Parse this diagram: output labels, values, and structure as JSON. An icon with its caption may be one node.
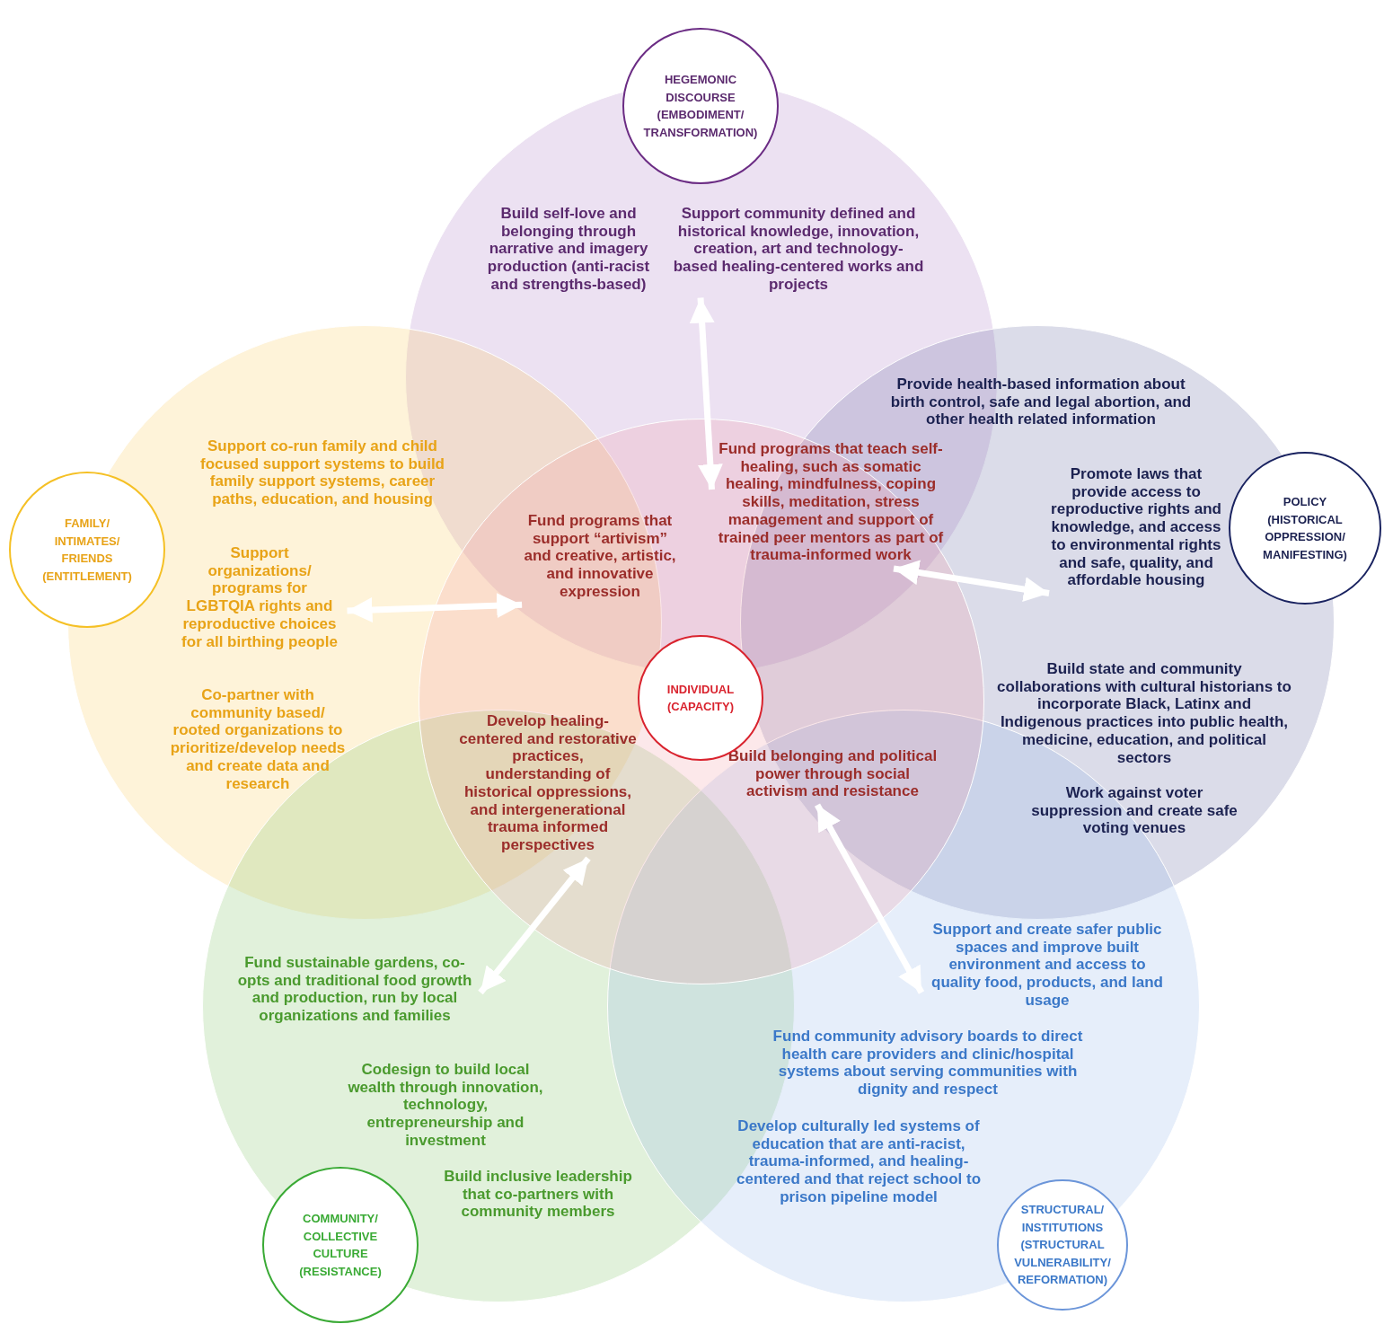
{
  "diagram": {
    "nodes": [
      {
        "text": [
          "HEGEMONIC DISCOURSE (EMBODIMENT/ TRANSFORMATION)"
        ]
      },
      {
        "text": [
          "Build self-love and belonging through narrative and imagery production (anti-racist and strengths-based)"
        ]
      },
      {
        "text": [
          "Support community defined and historical knowledge, innovation, creation, art and technology-based healing-centered works and projects"
        ]
      },
      {
        "text": [
          "Provide health-based information about birth control, safe and legal abortion, and other health related information"
        ]
      },
      {
        "text": [
          "Support co-run family and child focused support systems to build family support systems, career paths, education, and housing"
        ]
      },
      {
        "text": [
          "Fund programs that teach self-healing, such as somatic healing, mindfulness, coping skills, meditation, stress management and support of trained peer mentors as part of trauma-informed work"
        ]
      },
      {
        "text": [
          "FAMILY/ INTIMATES/ FRIENDS (ENTITLEMENT)"
        ]
      },
      {
        "text": [
          "Fund programs that support “artivism” and creative, artistic, and innovative expression"
        ]
      },
      {
        "text": [
          "Promote laws that provide access to reproductive rights and knowledge, and access to environmental rights and safe, quality, and affordable housing"
        ]
      },
      {
        "text": [
          "POLICY (HISTORICAL OPPRESSION/ MANIFESTING)"
        ]
      },
      {
        "text": [
          "Support organizations/ programs for LGBTQIA rights and reproductive choices for all birthing people"
        ]
      },
      {
        "text": [
          "INDIVIDUAL (CAPACITY)"
        ]
      },
      {
        "text": [
          "Build state and community collaborations with cultural historians to incorporate Black, Latinx and Indigenous practices into public health, medicine, education, and political sectors"
        ]
      },
      {
        "text": [
          "Co-partner with community based/ rooted organizations to prioritize/develop needs and create data and research"
        ]
      },
      {
        "text": [
          "Develop healing-centered and restorative practices, understanding of historical oppressions, and intergenerational trauma informed perspectives"
        ]
      },
      {
        "text": [
          "Build belonging and political power through social activism and resistance"
        ]
      },
      {
        "text": [
          "Work against voter suppression and create safe voting venues"
        ]
      },
      {
        "text": [
          "Support and create safer public spaces and improve built environment and access to quality food, products, and land usage"
        ]
      },
      {
        "text": [
          "Fund sustainable gardens, co-opts and traditional food growth and production, run by local organizations and families"
        ]
      },
      {
        "text": [
          "Fund community advisory boards to direct health care providers and clinic/hospital systems about serving communities with dignity and respect"
        ]
      },
      {
        "text": [
          "Codesign to build local wealth through innovation, technology, entrepreneurship and investment"
        ]
      },
      {
        "text": [
          "Develop culturally led systems of education that are anti-racist, trauma-informed, and healing-centered and that reject school to prison pipeline model"
        ]
      },
      {
        "text": [
          "Build inclusive leadership that co-partners with community members"
        ]
      },
      {
        "text": [
          "COMMUNITY/ COLLECTIVE CULTURE (RESISTANCE)"
        ]
      },
      {
        "text": [
          "STRUCTURAL/ INSTITUTIONS (STRUCTURAL VULNERABILITY/ REFORMATION)"
        ]
      }
    ],
    "edges": [
      {
        "from": 2,
        "to": 5,
        "arrow": "both"
      },
      {
        "from": 10,
        "to": 7,
        "arrow": "both"
      },
      {
        "from": 5,
        "to": 8,
        "arrow": "both"
      },
      {
        "from": 14,
        "to": 18,
        "arrow": "both"
      },
      {
        "from": 15,
        "to": 17,
        "arrow": "both"
      }
    ]
  }
}
